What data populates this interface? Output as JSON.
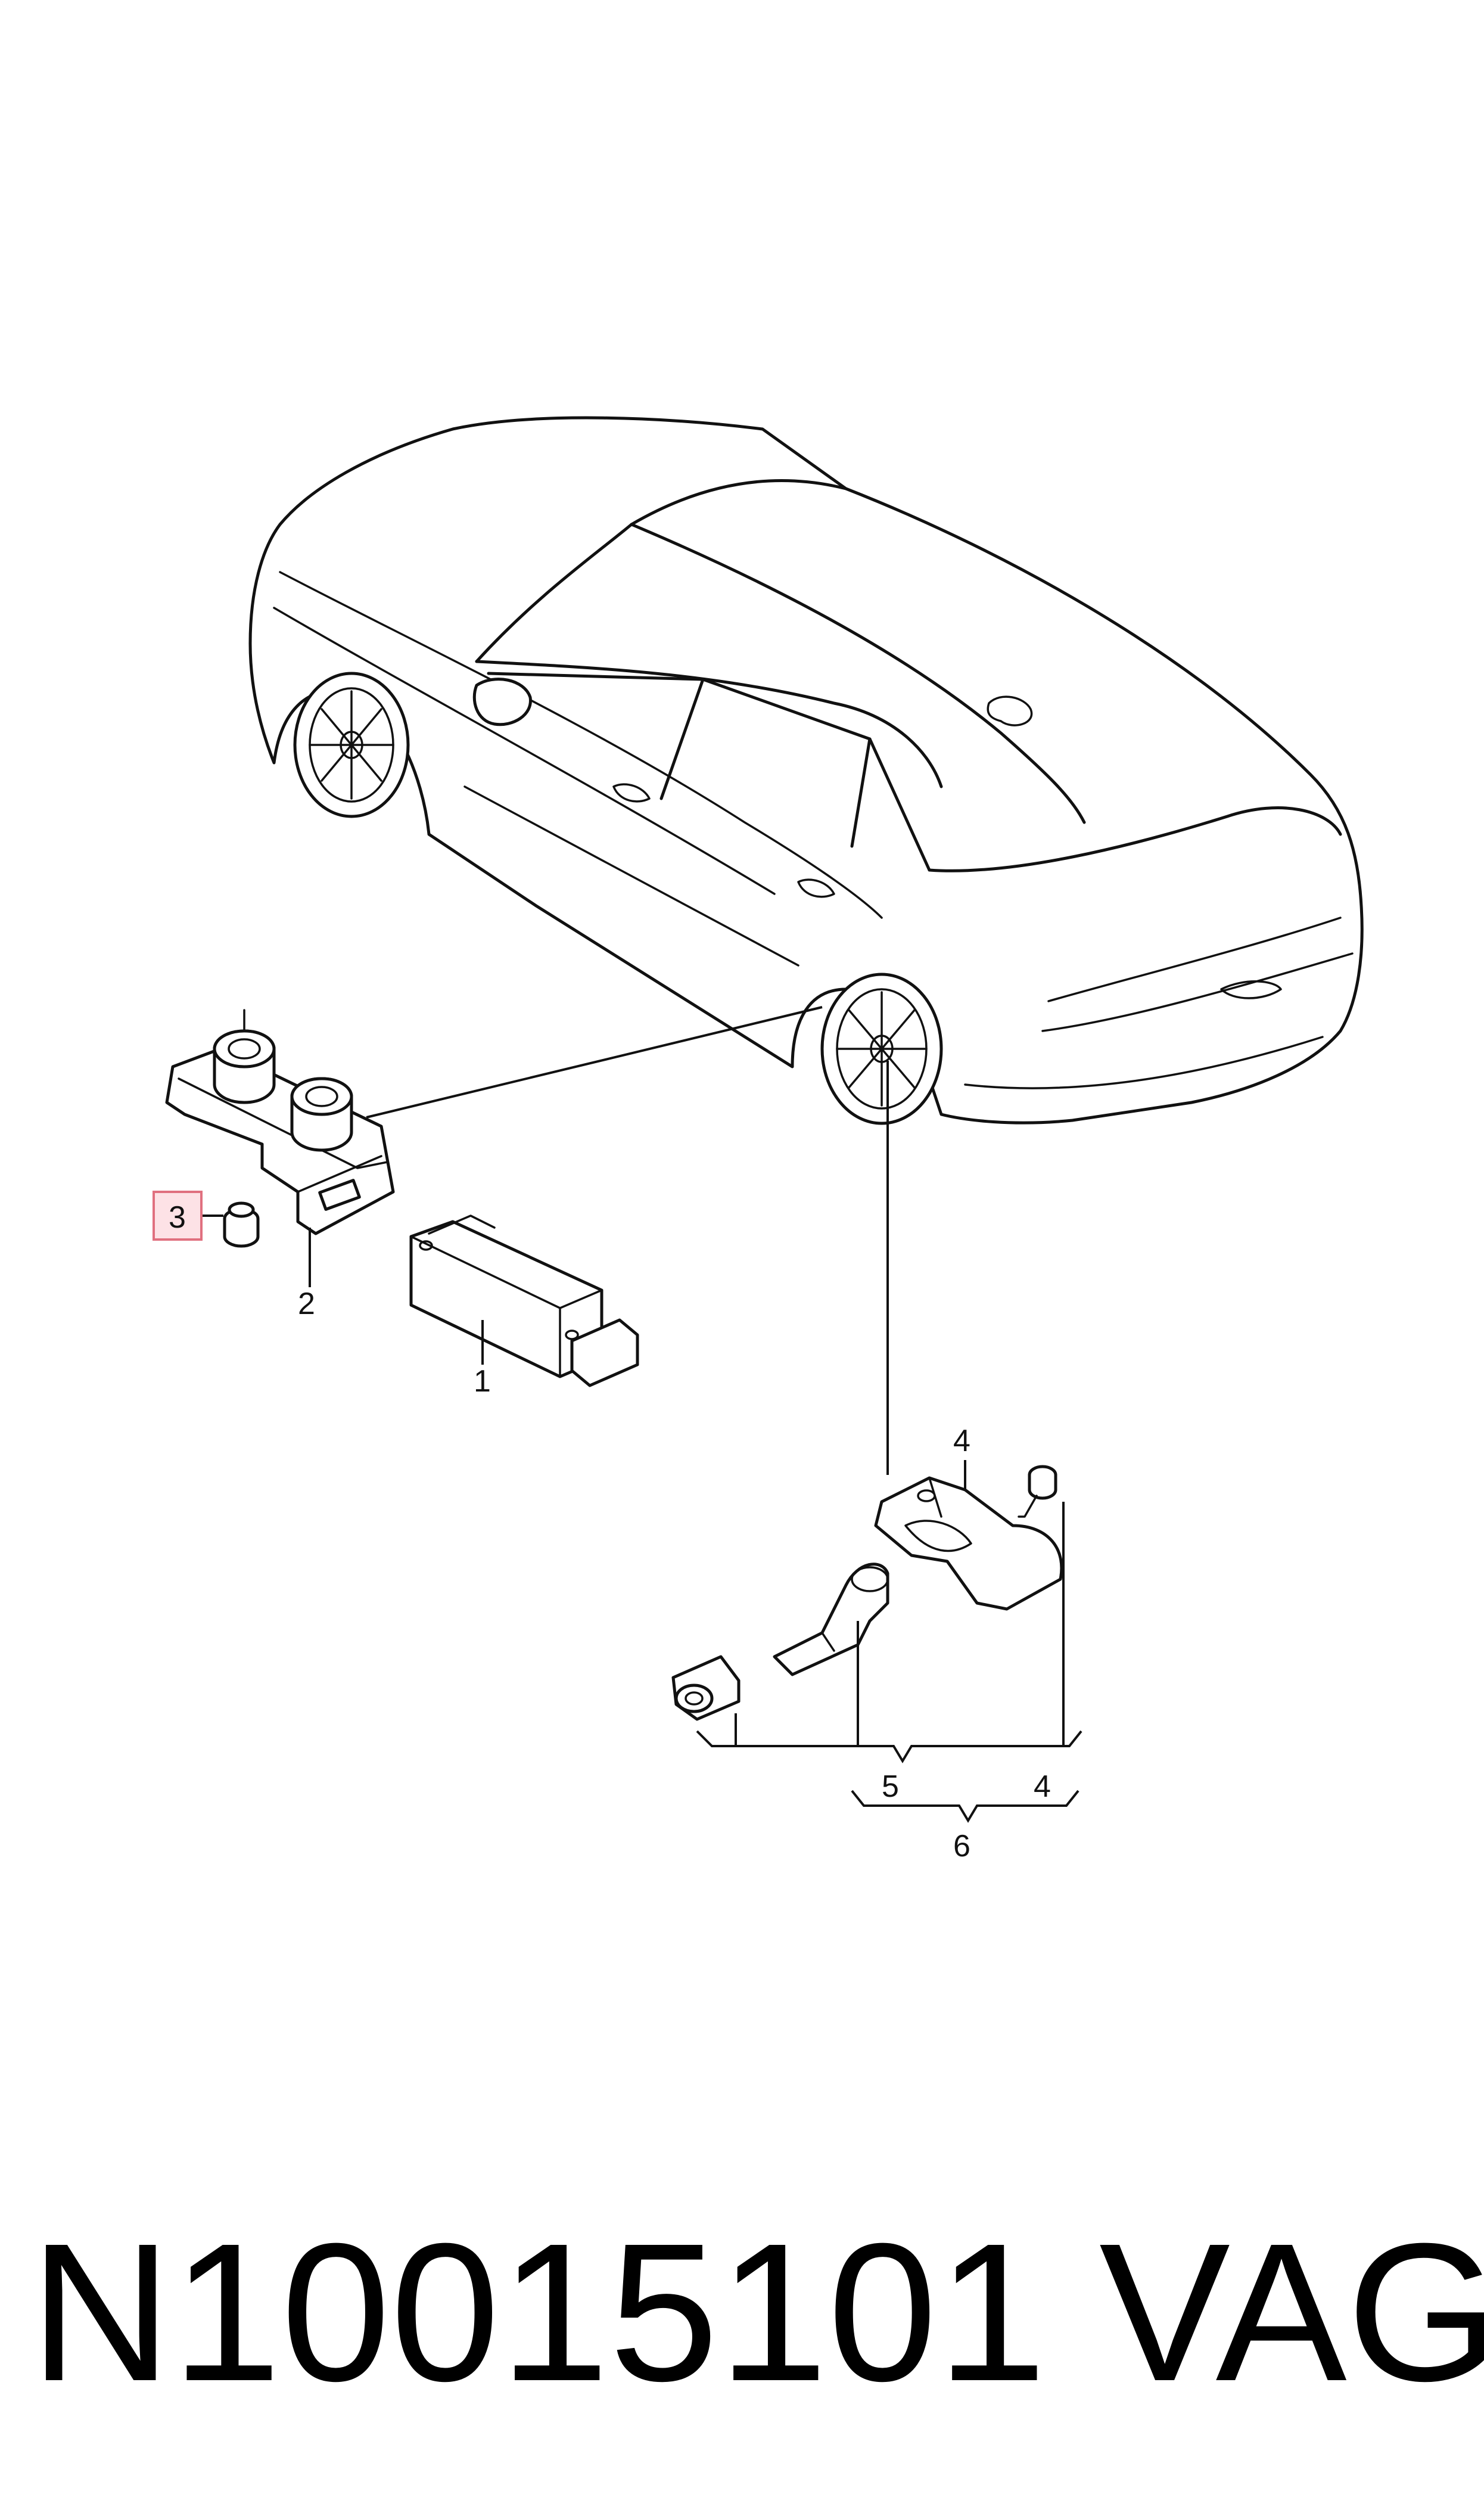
{
  "callouts": {
    "c1": "1",
    "c2": "2",
    "c3": "3",
    "c4a": "4",
    "c4b": "4",
    "c5": "5",
    "c6": "6"
  },
  "highlight_color": "#fde2e6",
  "part_number": "N10015101",
  "brand": "VAG"
}
